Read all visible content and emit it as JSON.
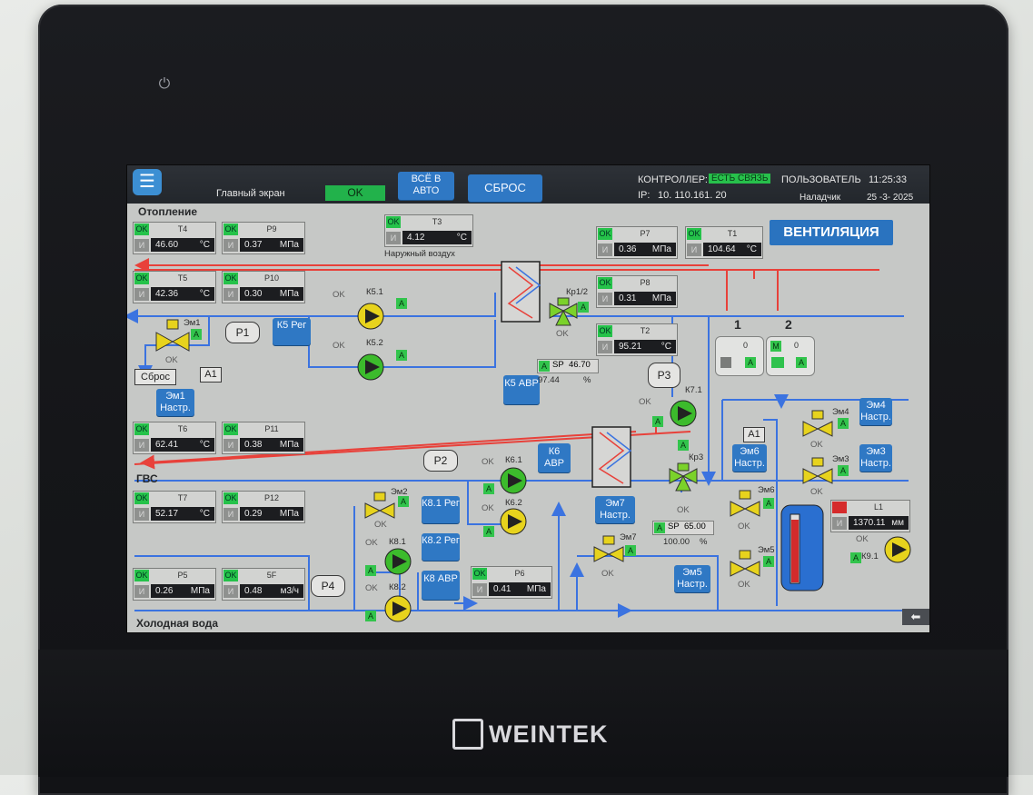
{
  "device": {
    "brand": "WEINTEK"
  },
  "topbar": {
    "screen_name": "Главный экран",
    "status": "OK",
    "auto_button": "ВСЁ В АВТО",
    "reset_button": "СБРОС",
    "controller_label": "КОНТРОЛЛЕР:",
    "controller_status": "ЕСТЬ СВЯЗЬ",
    "user_label": "ПОЛЬЗОВАТЕЛЬ",
    "time": "11:25:33",
    "ip_label": "IP:",
    "ip": "10. 110.161. 20",
    "user": "Наладчик",
    "date": "25 -3- 2025"
  },
  "sections": {
    "heating": "Отопление",
    "dhw": "ГВС",
    "cold_water": "Холодная вода"
  },
  "ventilation_button": "ВЕНТИЛЯЦИЯ",
  "sensors": {
    "t4": {
      "name": "T4",
      "status": "OK",
      "mode": "И",
      "value": "46.60",
      "unit": "°C"
    },
    "p9": {
      "name": "P9",
      "status": "OK",
      "mode": "И",
      "value": "0.37",
      "unit": "МПа"
    },
    "t3": {
      "name": "T3",
      "status": "OK",
      "mode": "И",
      "value": "4.12",
      "unit": "°C",
      "caption": "Наружный воздух"
    },
    "t5": {
      "name": "T5",
      "status": "OK",
      "mode": "И",
      "value": "42.36",
      "unit": "°C"
    },
    "p10": {
      "name": "P10",
      "status": "OK",
      "mode": "И",
      "value": "0.30",
      "unit": "МПа"
    },
    "p7": {
      "name": "P7",
      "status": "OK",
      "mode": "И",
      "value": "0.36",
      "unit": "МПа"
    },
    "t1": {
      "name": "T1",
      "status": "OK",
      "mode": "И",
      "value": "104.64",
      "unit": "°C"
    },
    "p8": {
      "name": "P8",
      "status": "OK",
      "mode": "И",
      "value": "0.31",
      "unit": "МПа"
    },
    "t2": {
      "name": "T2",
      "status": "OK",
      "mode": "И",
      "value": "95.21",
      "unit": "°C"
    },
    "t6": {
      "name": "T6",
      "status": "OK",
      "mode": "И",
      "value": "62.41",
      "unit": "°C"
    },
    "p11": {
      "name": "P11",
      "status": "OK",
      "mode": "И",
      "value": "0.38",
      "unit": "МПа"
    },
    "t7": {
      "name": "T7",
      "status": "OK",
      "mode": "И",
      "value": "52.17",
      "unit": "°C"
    },
    "p12": {
      "name": "P12",
      "status": "OK",
      "mode": "И",
      "value": "0.29",
      "unit": "МПа"
    },
    "p5": {
      "name": "P5",
      "status": "OK",
      "mode": "И",
      "value": "0.26",
      "unit": "МПа"
    },
    "f5": {
      "name": "5F",
      "status": "OK",
      "mode": "И",
      "value": "0.48",
      "unit": "м3/ч"
    },
    "p6": {
      "name": "P6",
      "status": "OK",
      "mode": "И",
      "value": "0.41",
      "unit": "МПа"
    },
    "l1": {
      "name": "L1",
      "status": "",
      "mode": "И",
      "value": "1370.11",
      "unit": "мм"
    }
  },
  "labels": {
    "p1": "P1",
    "p2": "P2",
    "p3": "P3",
    "p4": "P4",
    "a1": "A1",
    "a1b": "A1",
    "sbros": "Сброс",
    "em1": "Эм1",
    "k51": "К5.1",
    "k52": "К5.2",
    "kr12": "Кр1/2",
    "k71": "К7.1",
    "kr3": "Кр3",
    "k61": "К6.1",
    "k62": "К6.2",
    "em2": "Эм2",
    "k81": "К8.1",
    "k82": "К8.2",
    "em7": "Эм7",
    "em4": "Эм4",
    "em3": "Эм3",
    "em6": "Эм6",
    "em5": "Эм5",
    "k91": "К9.1",
    "ok": "OK",
    "a": "A",
    "m": "M",
    "sp": "SP",
    "pct": "%",
    "zero": "0",
    "one": "1",
    "two": "2"
  },
  "setpoints": {
    "sp1": {
      "sp": "46.70",
      "pct": "97.44"
    },
    "sp2": {
      "sp": "65.00",
      "pct": "100.00"
    }
  },
  "buttons": {
    "k5_reg": "К5 Рег",
    "k5_avr": "К5 АВР",
    "em1_set": "Эм1 Настр.",
    "k6_avr": "К6 АВР",
    "k81_reg": "К8.1 Рег",
    "k82_reg": "К8.2 Рег",
    "k8_avr": "К8 АВР",
    "em7_set": "Эм7 Настр.",
    "em4_set": "Эм4 Настр.",
    "em3_set": "Эм3 Настр.",
    "em6_set": "Эм6 Настр.",
    "em5_set": "Эм5 Настр."
  },
  "colors": {
    "hot": "#e8413a",
    "cold": "#3b73e0",
    "pump_green": "#3cbb2c",
    "pump_yellow": "#e7d31d",
    "screen": "#c6c8c6"
  }
}
